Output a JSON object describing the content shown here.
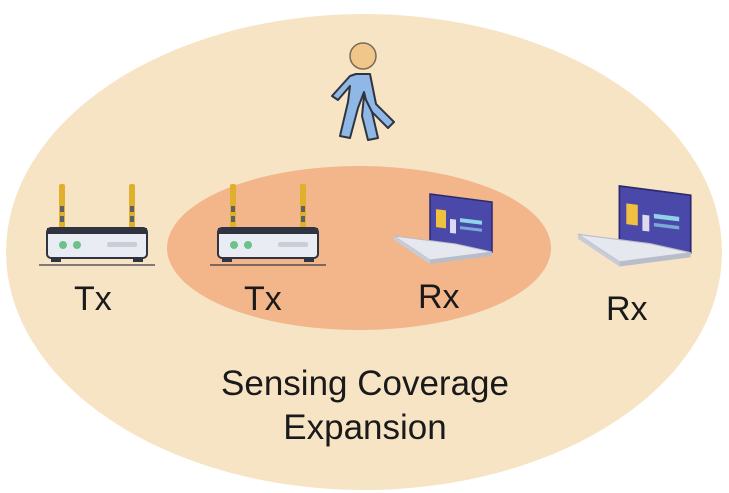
{
  "diagram": {
    "inner_zone": {
      "tx_label": "Tx",
      "rx_label": "Rx"
    },
    "outer_zone": {
      "tx_label": "Tx",
      "rx_label": "Rx"
    },
    "caption": {
      "line1": "Sensing Coverage",
      "line2": "Expansion"
    },
    "colors": {
      "outer_ellipse": "#f7e4c5",
      "inner_ellipse": "#f3b58a",
      "person": "#8fb8e6",
      "person_head": "#f0c68a",
      "router_body": "#e9edf3",
      "router_antenna": "#e0b02c",
      "router_led": "#6cc28a",
      "laptop_screen": "#4a48a8",
      "laptop_base": "#e6e8f0"
    },
    "icons": [
      "walking-person-icon",
      "router-icon",
      "laptop-icon"
    ]
  }
}
